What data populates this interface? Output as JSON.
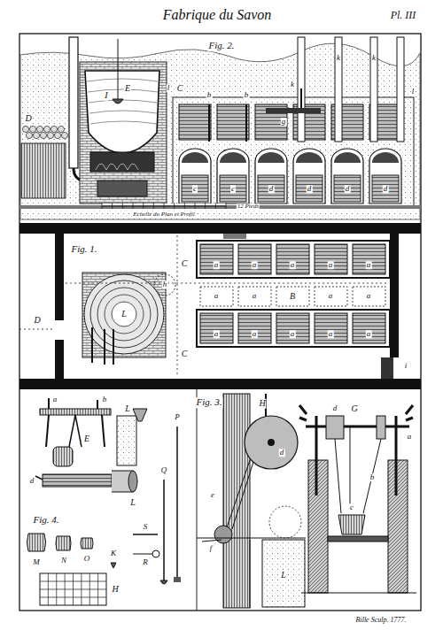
{
  "diagram": {
    "title": "Fabrique du Savon",
    "labels": [
      "Pl. III",
      "Fig. 2.",
      "E",
      "D",
      "I",
      "l",
      "C",
      "b",
      "b",
      "k",
      "k",
      "k",
      "g",
      "c",
      "c",
      "d",
      "d",
      "d",
      "d",
      "l",
      "Echelle du Plan et Profil",
      "12 Pieds",
      "Fig. 1.",
      "C",
      "C",
      "D",
      "L",
      "h",
      "a",
      "a",
      "a",
      "a",
      "a",
      "a",
      "a",
      "B",
      "a",
      "a",
      "a",
      "a",
      "a",
      "a",
      "a",
      "i",
      "Fig. 3.",
      "H",
      "d",
      "e",
      "f",
      "L",
      "G",
      "d",
      "a",
      "b",
      "c",
      "a",
      "b",
      "E",
      "L",
      "d",
      "L",
      "Fig. 4.",
      "M",
      "N",
      "O",
      "K",
      "S",
      "R",
      "P",
      "Q",
      "H",
      "Bille Sculp. 1777."
    ]
  }
}
